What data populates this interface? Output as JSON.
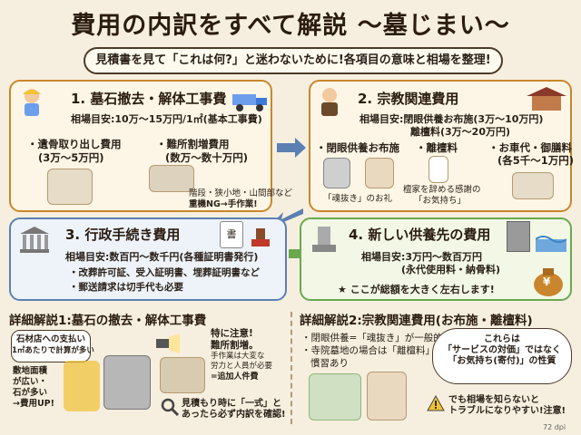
{
  "header": {
    "title": "費用の内訳をすべて解説 〜墓じまい〜",
    "subtitle": "見積書を見て「これは何?」と迷わないために!各項目の意味と相場を整理!"
  },
  "section1": {
    "title": "1. 墓石撤去・解体工事費",
    "price": "相場目安:10万〜15万円/1㎡(基本工事費)",
    "item1_label": "・遺骨取り出し費用",
    "item1_price": "(3万〜5万円)",
    "item2_label": "・難所割増費用",
    "item2_price": "(数万〜数十万円)",
    "note_line1": "階段・狭小地・山間部など",
    "note_line2": "重機NG→手作業!"
  },
  "section2": {
    "title": "2. 宗教関連費用",
    "price_line1": "相場目安:閉眼供養お布施(3万〜10万円)",
    "price_line2": "離檀料(3万〜20万円)",
    "item1_label": "・閉眼供養お布施",
    "item1_caption": "「魂抜き」のお礼",
    "item2_label": "・離檀料",
    "item2_caption_line1": "檀家を辞める感謝の",
    "item2_caption_line2": "「お気持ち」",
    "item3_label": "・お車代・御膳料",
    "item3_price": "(各5千〜1万円)"
  },
  "section3": {
    "title": "3. 行政手続き費用",
    "price": "相場目安:数百円〜数千円(各種証明書発行)",
    "item1": "・改葬許可証、受入証明書、埋葬証明書など",
    "item2": "・郵送請求は切手代も必要",
    "doc_label": "書"
  },
  "section4": {
    "title": "4. 新しい供養先の費用",
    "price_line1": "相場目安:3万円〜数百万円",
    "price_line2": "(永代使用料・納骨料)",
    "note": "★ ここが総額を大きく左右します!",
    "bag_label": "¥"
  },
  "detail1": {
    "title": "詳細解説1:墓石の撤去・解体工事費",
    "bubble_line1": "石材店への支払い",
    "bubble_line2": "1㎡あたりで計算が多い",
    "warn_line1": "特に注意!",
    "warn_line2": "難所割増。",
    "warn_line3": "手作業は大変な",
    "warn_line4": "労力と人員が必要",
    "warn_line5": "=追加人件費",
    "area_line1": "敷地面積",
    "area_line2": "が広い・",
    "area_line3": "石が多い",
    "area_line4": "→費用UP!",
    "tip_line1": "見積もり時に「一式」と",
    "tip_line2": "あったら必ず内訳を確認!"
  },
  "detail2": {
    "title": "詳細解説2:宗教関連費用(お布施・離檀料)",
    "item1": "・閉眼供養=「魂抜き」が一般的",
    "item2": "・寺院墓地の場合は「離檀料」の",
    "item2b": "慣習あり",
    "bubble_line1": "これらは",
    "bubble_line2": "「サービスの対価」ではなく",
    "bubble_line3": "「お気持ち(寄付)」の性質",
    "warn_line1": "でも相場を知らないと",
    "warn_line2": "トラブルになりやすい!注意!"
  },
  "footer": {
    "dpi": "72 dpi"
  },
  "colors": {
    "accent_orange": "#c9862d",
    "accent_green": "#6aa84f",
    "accent_blue": "#5b7fb3"
  }
}
